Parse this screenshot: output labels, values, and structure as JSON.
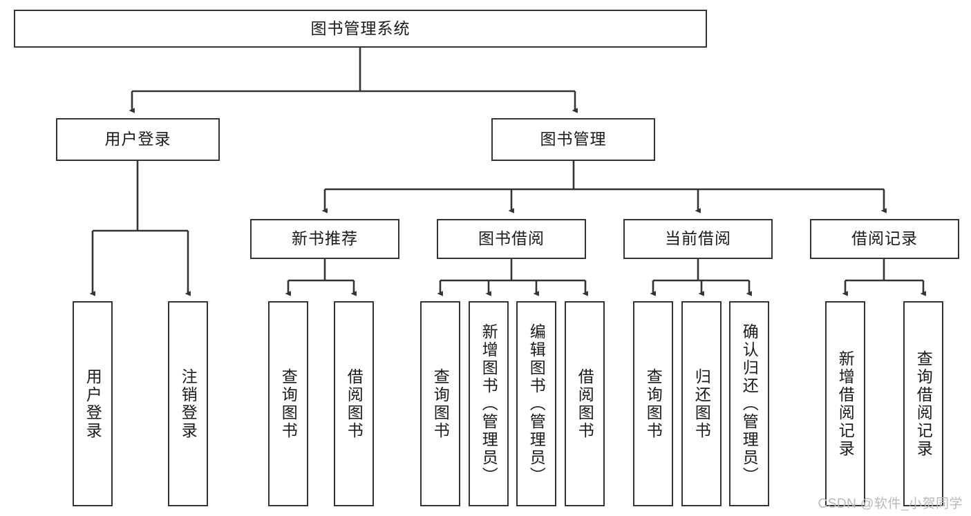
{
  "diagram": {
    "type": "hierarchy-tree",
    "title": "图书管理系统",
    "colors": {
      "box_border": "#333333",
      "box_fill": "#ffffff",
      "connector": "#333333",
      "text": "#1a1a1a",
      "watermark": "#b9b9b9"
    },
    "root": {
      "label": "图书管理系统"
    },
    "level2": [
      {
        "label": "用户登录"
      },
      {
        "label": "图书管理"
      }
    ],
    "level3": [
      {
        "label": "新书推荐"
      },
      {
        "label": "图书借阅"
      },
      {
        "label": "当前借阅"
      },
      {
        "label": "借阅记录"
      }
    ],
    "leaves": {
      "user_login": [
        {
          "label": "用户登录"
        },
        {
          "label": "注销登录"
        }
      ],
      "new_book_recommend": [
        {
          "label": "查询图书"
        },
        {
          "label": "借阅图书"
        }
      ],
      "book_borrow": [
        {
          "label": "查询图书"
        },
        {
          "label": "新增图书（管理员）"
        },
        {
          "label": "编辑图书（管理员）"
        },
        {
          "label": "借阅图书"
        }
      ],
      "current_borrow": [
        {
          "label": "查询图书"
        },
        {
          "label": "归还图书"
        },
        {
          "label": "确认归还（管理员）"
        }
      ],
      "borrow_record": [
        {
          "label": "新增借阅记录"
        },
        {
          "label": "查询借阅记录"
        }
      ]
    }
  },
  "watermark": {
    "text": "CSDN @软件_小贺同学"
  }
}
